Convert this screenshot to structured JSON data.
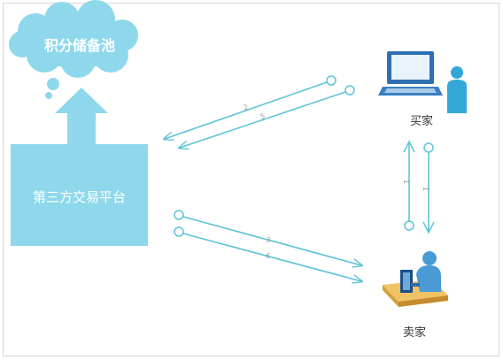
{
  "colors": {
    "accent": "#8fd8ec",
    "line": "#5fc3d9",
    "text_dark": "#333333",
    "text_light": "#ffffff"
  },
  "cloud": {
    "label": "积分储备池",
    "icon": "cloud-icon"
  },
  "platform": {
    "label": "第三方交易平台"
  },
  "buyer": {
    "label": "买家",
    "icon": "computer-user-icon"
  },
  "seller": {
    "label": "卖家",
    "icon": "seller-desk-icon"
  },
  "arrows": {
    "buyer_to_platform": [
      "2",
      "5"
    ],
    "platform_to_seller": [
      "3",
      "6"
    ],
    "buyer_seller": [
      "1",
      "1"
    ]
  }
}
